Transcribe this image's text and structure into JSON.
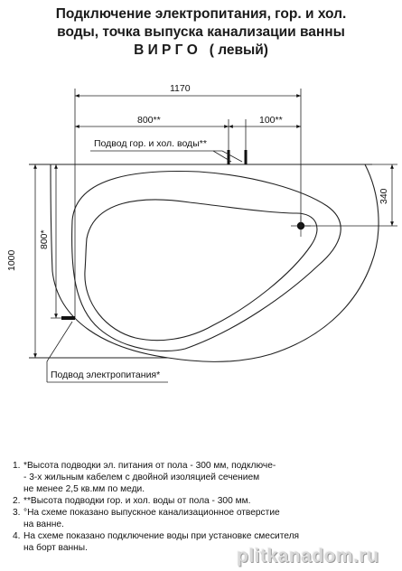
{
  "title": {
    "line1": "Подключение электропитания, гор. и хол.",
    "line2": "воды, точка выпуска канализации ванны",
    "line3": "В И Р Г О   ( левый)"
  },
  "dimensions": {
    "total_width": "1170",
    "left_segment": "800**",
    "right_segment": "100**",
    "height_total": "1000",
    "height_power": "800*",
    "drain_offset": "340"
  },
  "labels": {
    "water_supply": "Подвод гор. и хол. воды**",
    "power_supply": "Подвод электропитания*"
  },
  "notes": [
    {
      "num": "1.",
      "text": "*Высота подводки эл. питания от пола - 300 мм, подключе-\n- 3-х жильным кабелем с двойной изоляцией сечением\nне менее 2,5 кв.мм по меди."
    },
    {
      "num": "2.",
      "text": "**Высота подводки гор. и хол. воды от пола - 300 мм."
    },
    {
      "num": "3.",
      "text": "°На схеме показано выпускное канализационное отверстие\nна ванне."
    },
    {
      "num": "4.",
      "text": "На схеме показано подключение воды при установке смесителя\nна борт ванны."
    }
  ],
  "watermark": "plitkanadom.ru"
}
